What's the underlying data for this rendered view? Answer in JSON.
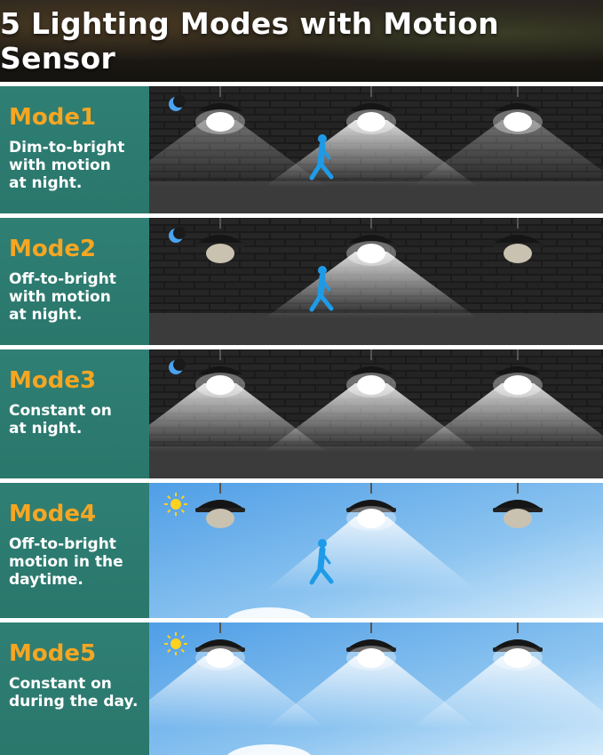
{
  "header": {
    "title": "5 Lighting Modes with Motion Sensor"
  },
  "modes": [
    {
      "name": "Mode1",
      "desc": "Dim-to-bright\nwith motion\nat night.",
      "scene": "night",
      "icon": "moon-icon",
      "lamps": [
        "dim",
        "bright",
        "dim"
      ],
      "person": true
    },
    {
      "name": "Mode2",
      "desc": "Off-to-bright\nwith motion\nat night.",
      "scene": "night",
      "icon": "moon-icon",
      "lamps": [
        "off",
        "bright",
        "off"
      ],
      "person": true
    },
    {
      "name": "Mode3",
      "desc": "Constant on\nat night.",
      "scene": "night",
      "icon": "moon-icon",
      "lamps": [
        "bright",
        "bright",
        "bright"
      ],
      "person": false
    },
    {
      "name": "Mode4",
      "desc": "Off-to-bright\nmotion in the\ndaytime.",
      "scene": "day",
      "icon": "sun-icon",
      "lamps": [
        "off",
        "bright",
        "off"
      ],
      "person": true
    },
    {
      "name": "Mode5",
      "desc": "Constant on\nduring the day.",
      "scene": "day",
      "icon": "sun-icon",
      "lamps": [
        "bright",
        "bright",
        "bright"
      ],
      "person": false
    }
  ],
  "colors": {
    "teal": "#2f7f74",
    "orange": "#f5a623",
    "person": "#1e9be8",
    "sky": "#6fb2ea"
  }
}
